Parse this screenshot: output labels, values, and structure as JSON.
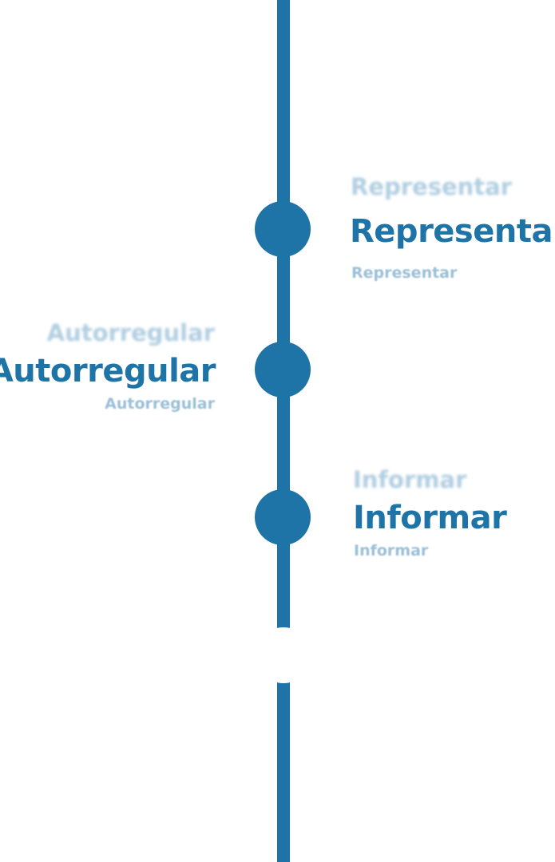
{
  "timeline": {
    "accent_color": "#1e73a7",
    "steps": [
      {
        "side": "right",
        "ghost_top": "Representar",
        "label": "Representar",
        "ghost_bottom": "Representar"
      },
      {
        "side": "left",
        "ghost_top": "Autorregular",
        "label": "Autorregular",
        "ghost_bottom": "Autorregular"
      },
      {
        "side": "right",
        "ghost_top": "Informar",
        "label": "Informar",
        "ghost_bottom": "Informar"
      }
    ]
  }
}
